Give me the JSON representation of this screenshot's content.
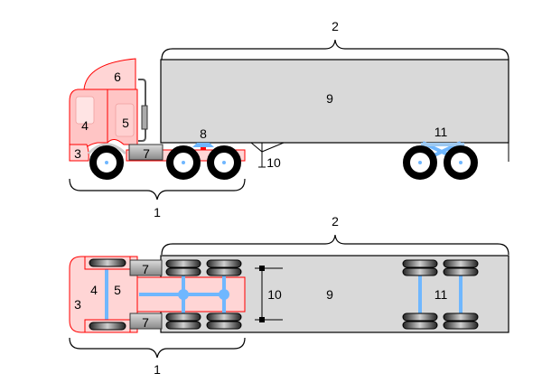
{
  "diagram": {
    "title": "Semi-trailer truck components",
    "side_view": {
      "labels": {
        "tractor": "1",
        "trailer": "2",
        "bumper": "3",
        "cab_front": "4",
        "cab_rear": "5",
        "fairing": "6",
        "fuel_tank": "7",
        "fifth_wheel": "8",
        "trailer_body": "9",
        "landing_gear": "10",
        "trailer_axles": "11"
      }
    },
    "top_view": {
      "labels": {
        "tractor": "1",
        "trailer": "2",
        "bumper": "3",
        "cab_front": "4",
        "cab_rear": "5",
        "fuel_tank_left": "7",
        "fuel_tank_right": "7",
        "trailer_body": "9",
        "trailer_width": "10",
        "trailer_axles": "11"
      }
    },
    "colors": {
      "cab_fill": "#ffd5d5",
      "cab_stroke": "#ff0000",
      "trailer_fill": "#d9d9d9",
      "axle_blue": "#6fb7ff",
      "tire": "#000000"
    }
  }
}
